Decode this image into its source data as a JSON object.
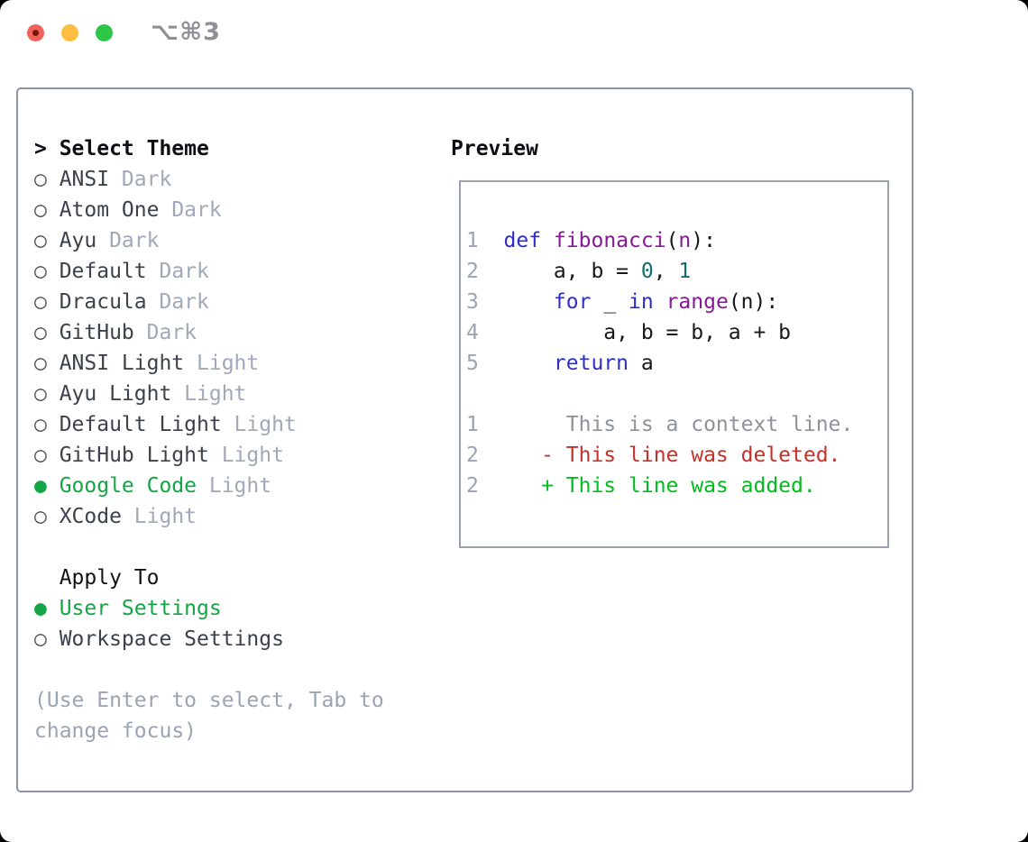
{
  "window": {
    "title": "⌥⌘3"
  },
  "theme_selector": {
    "prompt": ">",
    "header": "Select Theme",
    "items": [
      {
        "marker": "○",
        "name": "ANSI",
        "variant": "Dark",
        "selected": false
      },
      {
        "marker": "○",
        "name": "Atom One",
        "variant": "Dark",
        "selected": false
      },
      {
        "marker": "○",
        "name": "Ayu",
        "variant": "Dark",
        "selected": false
      },
      {
        "marker": "○",
        "name": "Default",
        "variant": "Dark",
        "selected": false
      },
      {
        "marker": "○",
        "name": "Dracula",
        "variant": "Dark",
        "selected": false
      },
      {
        "marker": "○",
        "name": "GitHub",
        "variant": "Dark",
        "selected": false
      },
      {
        "marker": "○",
        "name": "ANSI Light",
        "variant": "Light",
        "selected": false
      },
      {
        "marker": "○",
        "name": "Ayu Light",
        "variant": "Light",
        "selected": false
      },
      {
        "marker": "○",
        "name": "Default Light",
        "variant": "Light",
        "selected": false
      },
      {
        "marker": "○",
        "name": "GitHub Light",
        "variant": "Light",
        "selected": false
      },
      {
        "marker": "●",
        "name": "Google Code",
        "variant": "Light",
        "selected": true
      },
      {
        "marker": "○",
        "name": "XCode",
        "variant": "Light",
        "selected": false
      }
    ]
  },
  "apply_to": {
    "header": "Apply To",
    "items": [
      {
        "marker": "●",
        "name": "User Settings",
        "selected": true
      },
      {
        "marker": "○",
        "name": "Workspace Settings",
        "selected": false
      }
    ]
  },
  "footer": {
    "line1": "(Use Enter to select, Tab to",
    "line2": "change focus)"
  },
  "preview": {
    "label": "Preview",
    "lines": [
      {
        "num": "1",
        "tokens": [
          {
            "t": "def",
            "c": "kw"
          },
          {
            "t": " ",
            "c": "pl"
          },
          {
            "t": "fibonacci",
            "c": "fn"
          },
          {
            "t": "(",
            "c": "pl"
          },
          {
            "t": "n",
            "c": "fn"
          },
          {
            "t": "):",
            "c": "pl"
          }
        ]
      },
      {
        "num": "2",
        "tokens": [
          {
            "t": "    a, b = ",
            "c": "pl"
          },
          {
            "t": "0",
            "c": "num"
          },
          {
            "t": ", ",
            "c": "pl"
          },
          {
            "t": "1",
            "c": "num"
          }
        ]
      },
      {
        "num": "3",
        "tokens": [
          {
            "t": "    ",
            "c": "pl"
          },
          {
            "t": "for",
            "c": "kw"
          },
          {
            "t": " _ ",
            "c": "pl"
          },
          {
            "t": "in",
            "c": "kw"
          },
          {
            "t": " ",
            "c": "pl"
          },
          {
            "t": "range",
            "c": "fn"
          },
          {
            "t": "(n):",
            "c": "pl"
          }
        ]
      },
      {
        "num": "4",
        "tokens": [
          {
            "t": "        a, b = b, a + b",
            "c": "pl"
          }
        ]
      },
      {
        "num": "5",
        "tokens": [
          {
            "t": "    ",
            "c": "pl"
          },
          {
            "t": "return",
            "c": "kw"
          },
          {
            "t": " a",
            "c": "pl"
          }
        ]
      },
      {
        "num": "",
        "tokens": []
      },
      {
        "num": "1",
        "tokens": [
          {
            "t": "     This is a context line.",
            "c": "ctx"
          }
        ]
      },
      {
        "num": "2",
        "tokens": [
          {
            "t": "   - This line was deleted.",
            "c": "del"
          }
        ]
      },
      {
        "num": "2",
        "tokens": [
          {
            "t": "   + This line was added.",
            "c": "add"
          }
        ]
      }
    ]
  },
  "colors": {
    "accent_green": "#14a546",
    "keyword_blue": "#2d2dc8",
    "function_purple": "#871996",
    "number_teal": "#0f6e69",
    "diff_red": "#c3322a",
    "diff_green": "#00bd1d",
    "muted_gray": "#9aa4b2",
    "panel_border": "#8b93a2"
  }
}
